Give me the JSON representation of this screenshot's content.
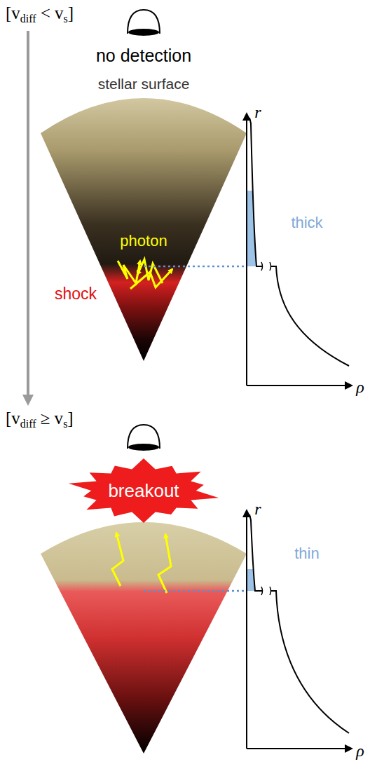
{
  "diagram": {
    "nodes": [
      {
        "text": [
          "breakout"
        ]
      }
    ],
    "labels": [
      "[v",
      "diff",
      "< v",
      "s",
      "]",
      "no detection",
      "stellar surface",
      "photon",
      "shock",
      "r",
      "thick",
      "ρ",
      "[v",
      "diff",
      "≥ v",
      "s",
      "]",
      "r",
      "thin",
      "ρ"
    ]
  }
}
